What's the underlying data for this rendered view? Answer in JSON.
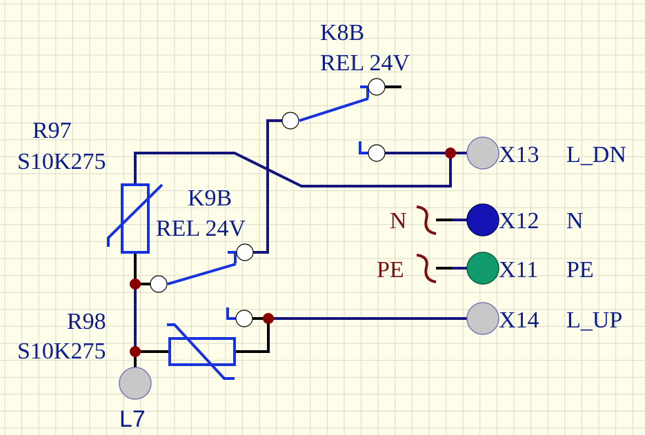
{
  "components": {
    "k8b": {
      "ref": "K8B",
      "value": "REL 24V"
    },
    "k9b": {
      "ref": "K9B",
      "value": "REL 24V"
    },
    "r97": {
      "ref": "R97",
      "value": "S10K275"
    },
    "r98": {
      "ref": "R98",
      "value": "S10K275"
    }
  },
  "connectors": [
    {
      "ref": "X13",
      "net": "L_DN",
      "color": "#c8c8c8"
    },
    {
      "ref": "X12",
      "net": "N",
      "color": "#1414b4"
    },
    {
      "ref": "X11",
      "net": "PE",
      "color": "#119a6c"
    },
    {
      "ref": "X14",
      "net": "L_UP",
      "color": "#c8c8c8"
    },
    {
      "ref": "L7",
      "net": "",
      "color": "#c8c8c8"
    }
  ],
  "net_ports": {
    "n": "N",
    "pe": "PE"
  },
  "colors": {
    "background": "#fdfde9",
    "grid": "#d9d9c8",
    "wire": "#14147a",
    "component": "#1733e0",
    "label": "#0b1c8c",
    "net_port": "#7a1010",
    "junction": "#8b0000"
  }
}
